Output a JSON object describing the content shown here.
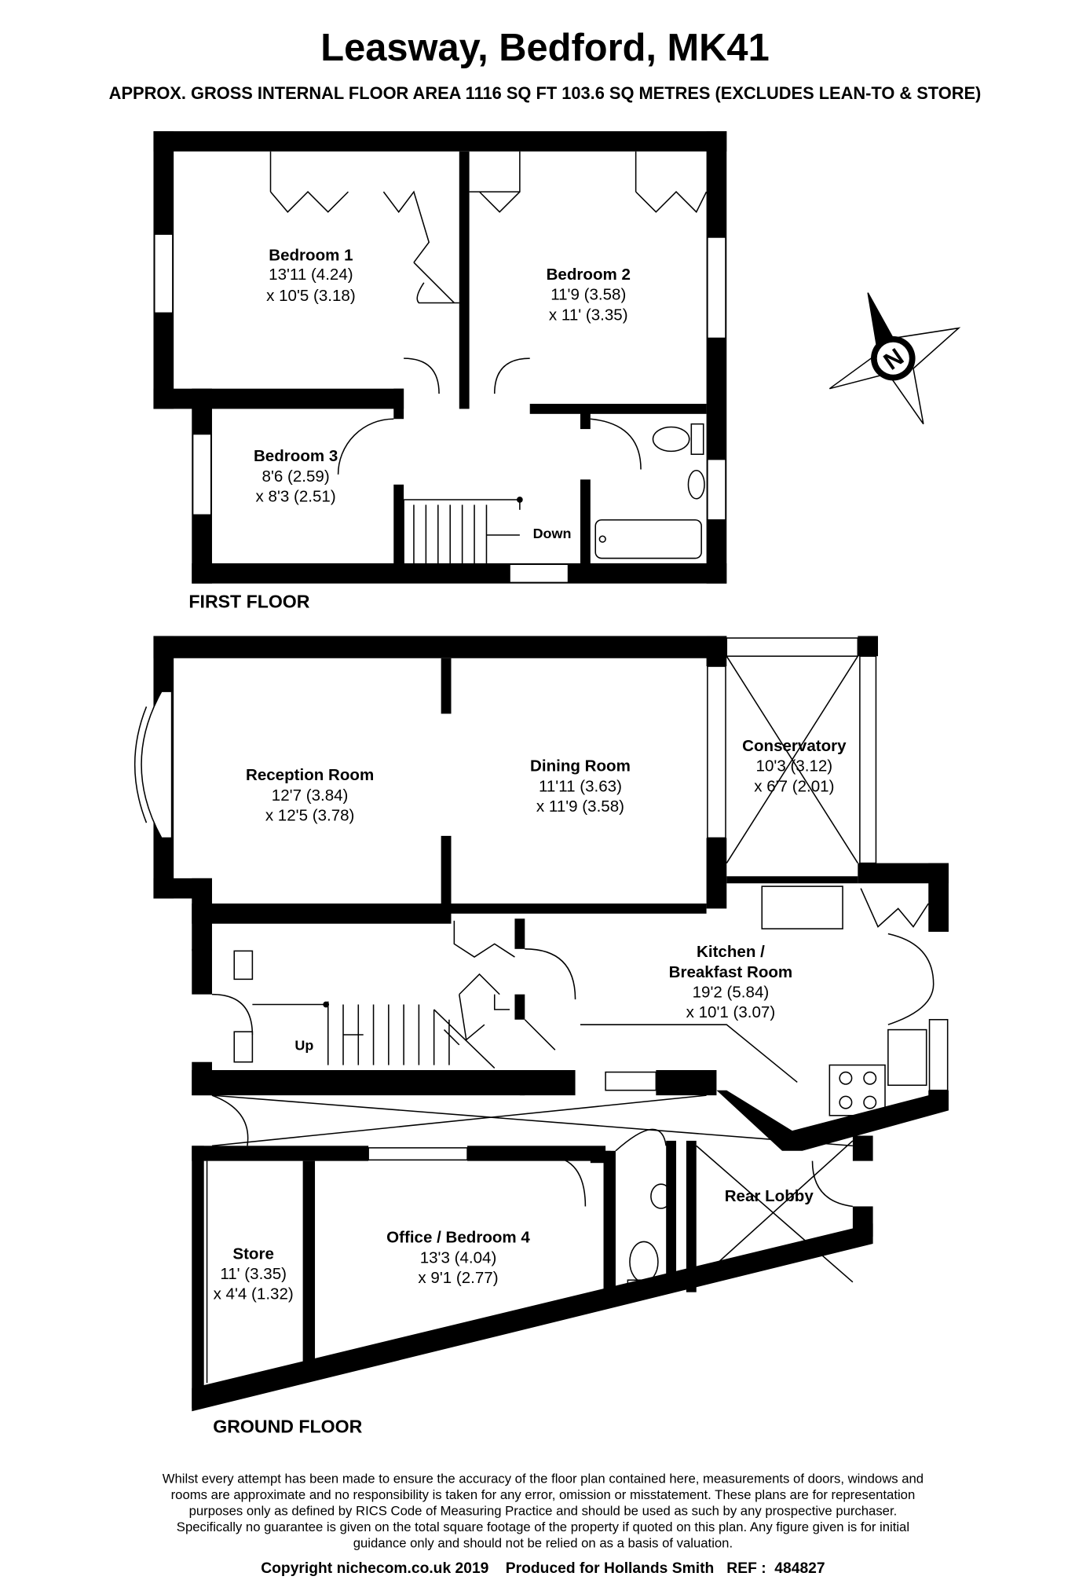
{
  "header": {
    "title": "Leasway, Bedford, MK41",
    "subtitle": "APPROX. GROSS INTERNAL FLOOR AREA 1116 SQ FT 103.6 SQ METRES (EXCLUDES LEAN-TO & STORE)"
  },
  "first_floor": {
    "label": "FIRST FLOOR",
    "stairs_label": "Down",
    "rooms": [
      {
        "name": "Bedroom 1",
        "dim1": "13'11 (4.24)",
        "dim2": "x 10'5 (3.18)"
      },
      {
        "name": "Bedroom 2",
        "dim1": "11'9 (3.58)",
        "dim2": "x 11' (3.35)"
      },
      {
        "name": "Bedroom 3",
        "dim1": "8'6 (2.59)",
        "dim2": "x 8'3 (2.51)"
      }
    ]
  },
  "ground_floor": {
    "label": "GROUND FLOOR",
    "stairs_label": "Up",
    "rooms": [
      {
        "name": "Reception Room",
        "dim1": "12'7 (3.84)",
        "dim2": "x 12'5 (3.78)"
      },
      {
        "name": "Dining Room",
        "dim1": "11'11 (3.63)",
        "dim2": "x 11'9 (3.58)"
      },
      {
        "name": "Conservatory",
        "dim1": "10'3 (3.12)",
        "dim2": "x 6'7 (2.01)"
      },
      {
        "name": "Kitchen /",
        "name2": "Breakfast Room",
        "dim1": "19'2 (5.84)",
        "dim2": "x 10'1 (3.07)"
      },
      {
        "name": "Rear Lobby"
      },
      {
        "name": "Office / Bedroom 4",
        "dim1": "13'3 (4.04)",
        "dim2": "x 9'1 (2.77)"
      },
      {
        "name": "Store",
        "dim1": "11' (3.35)",
        "dim2": "x 4'4 (1.32)"
      }
    ]
  },
  "compass": {
    "letter": "N"
  },
  "footer": {
    "disclaimer": [
      "Whilst every attempt has been made to ensure the accuracy of the floor plan contained here, measurements of doors, windows and",
      "rooms are approximate and no responsibility is taken for any error, omission or misstatement. These plans are for representation",
      "purposes only as defined by RICS Code of Measuring Practice and should be used as such by any prospective purchaser.",
      "Specifically no guarantee is given on the total square footage of the property if quoted on this plan. Any figure given is for initial",
      "guidance only and should not be relied on as a basis of valuation."
    ],
    "copyright": "Copyright nichecom.co.uk 2019    Produced for Hollands Smith   REF :  484827"
  }
}
